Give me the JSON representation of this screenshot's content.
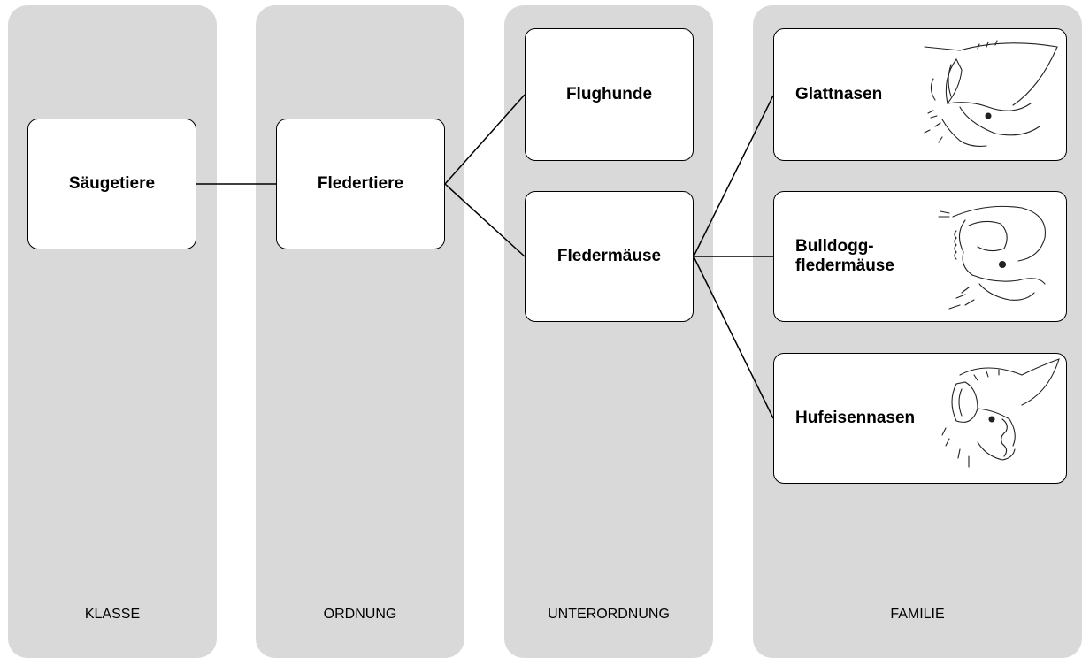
{
  "columns": {
    "klasse": "KLASSE",
    "ordnung": "ORDNUNG",
    "unterordnung": "UNTERORDNUNG",
    "familie": "FAMILIE"
  },
  "nodes": {
    "saeugetiere": "Säugetiere",
    "fledertiere": "Fledertiere",
    "flughunde": "Flughunde",
    "fledermaeuse": "Fledermäuse",
    "glattnasen": "Glattnasen",
    "bulldoggfledermaeuse": "Bulldogg-\nfledermäuse",
    "hufeisennasen": "Hufeisennasen"
  },
  "icons": {
    "glattnasen": "bat-head-sketch-icon",
    "bulldoggfledermaeuse": "bat-head-sketch-icon",
    "hufeisennasen": "bat-head-sketch-icon"
  }
}
